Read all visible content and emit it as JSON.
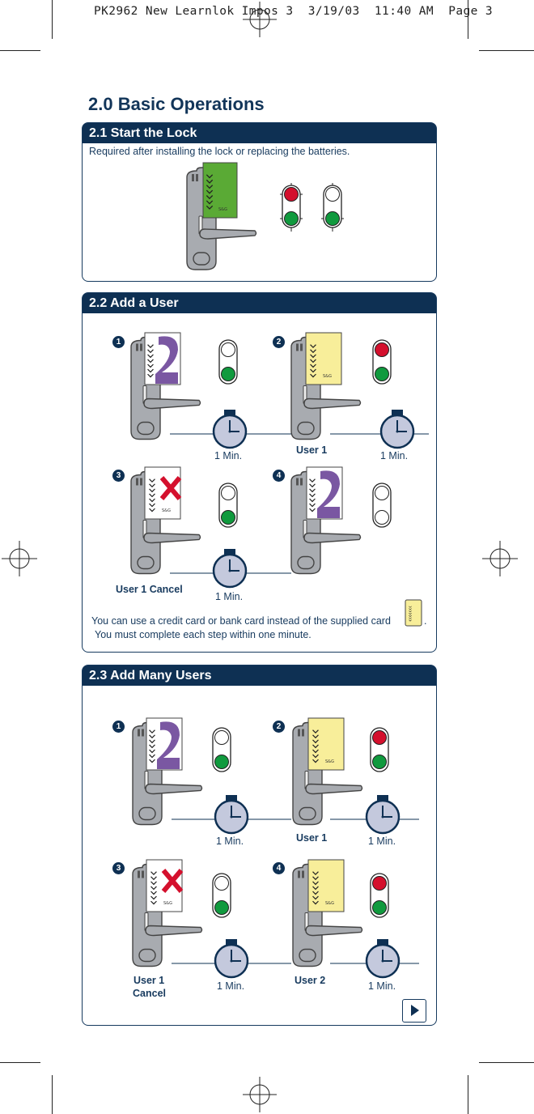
{
  "print_header": "PK2962 New Learnlok Impos 3  3/19/03  11:40 AM  Page 3",
  "title": "2.0 Basic Operations",
  "sections": [
    {
      "heading": "2.1 Start the Lock",
      "subtext": "Required after installing the lock or replacing the batteries."
    },
    {
      "heading": "2.2 Add a User",
      "steps": [
        "1",
        "2",
        "3",
        "4"
      ],
      "labels": {
        "timer1": "1 Min.",
        "user1": "User 1",
        "timer2": "1 Min.",
        "cancel": "User 1 Cancel",
        "timer3": "1 Min."
      },
      "note_line1": "You can use a credit card or bank card instead of the supplied card",
      "note_line1_end": ".",
      "note_line2": "You must complete each step within one minute."
    },
    {
      "heading": "2.3 Add Many Users",
      "steps": [
        "1",
        "2",
        "3",
        "4"
      ],
      "labels": {
        "timer1": "1 Min.",
        "user1": "User 1",
        "timer2": "1 Min.",
        "cancel_line1": "User 1",
        "cancel_line2": "Cancel",
        "timer3": "1 Min.",
        "user2": "User 2",
        "timer4": "1 Min."
      }
    }
  ],
  "colors": {
    "navy": "#0e3053",
    "lock_gray": "#a8abb0",
    "led_red": "#d4102d",
    "led_green": "#109a3e",
    "card_green": "#5aaa35",
    "card_purple": "#7a57a2",
    "card_yellow": "#f8ee9a",
    "clock_face": "#c4c9dd"
  }
}
